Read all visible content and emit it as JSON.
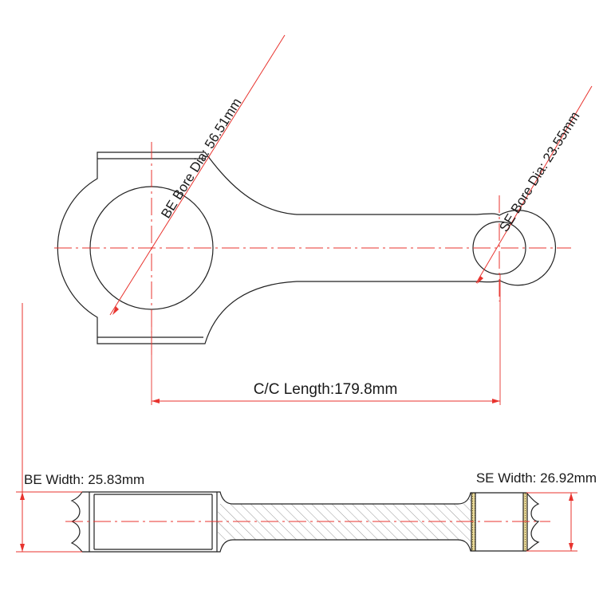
{
  "dimensions": {
    "be_bore": "BE Bore Dia: 56.51mm",
    "se_bore": "SE Bore Dia: 23.55mm",
    "cc_length": "C/C Length:179.8mm",
    "be_width": "BE Width: 25.83mm",
    "se_width": "SE Width: 26.92mm"
  },
  "colors": {
    "dimension": "#e8332e",
    "outline": "#222222",
    "background": "#ffffff"
  }
}
